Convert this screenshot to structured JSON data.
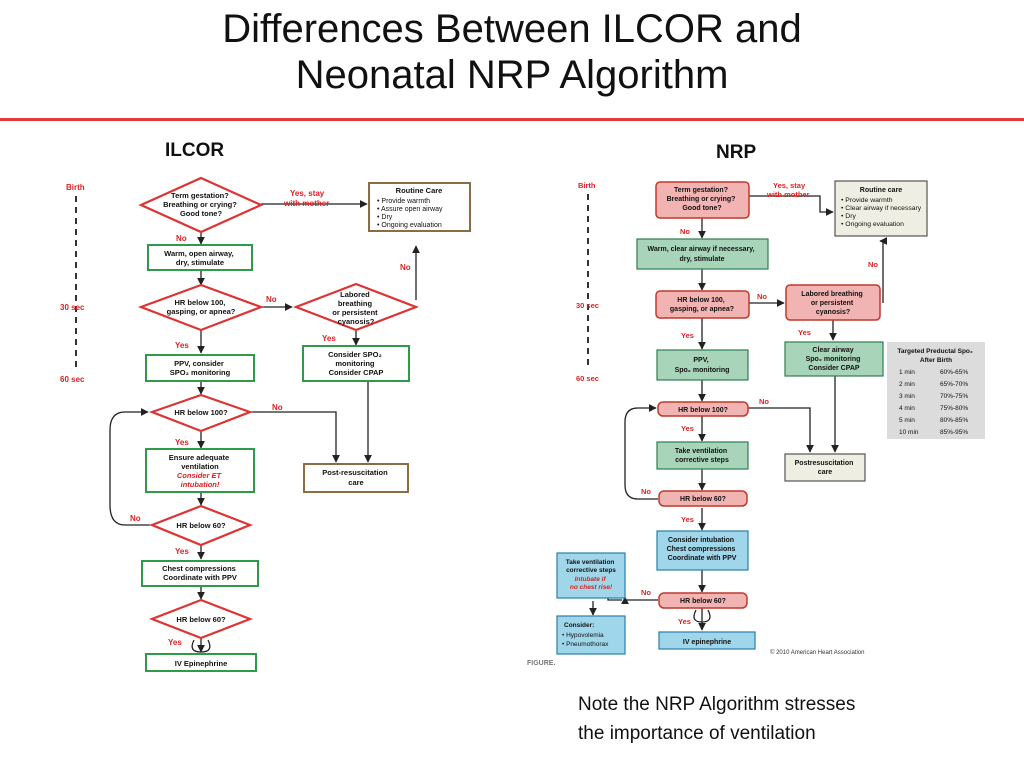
{
  "slide": {
    "title_line1": "Differences Between ILCOR and",
    "title_line2": "Neonatal NRP Algorithm",
    "ilcor_label": "ILCOR",
    "nrp_label": "NRP",
    "note_line1": "Note the NRP Algorithm stresses",
    "note_line2": "the importance of ventilation"
  },
  "ilcor": {
    "timeline": [
      "Birth",
      "30 sec",
      "60 sec"
    ],
    "q1": [
      "Term gestation?",
      "Breathing or crying?",
      "Good tone?"
    ],
    "yes_stay": [
      "Yes, stay",
      "with mother"
    ],
    "routine_title": "Routine Care",
    "routine_items": [
      "Provide warmth",
      "Assure open airway",
      "Dry",
      "Ongoing evaluation"
    ],
    "warm": [
      "Warm, open airway,",
      "dry, stimulate"
    ],
    "q2": [
      "HR below 100,",
      "gasping, or apnea?"
    ],
    "labored": [
      "Labored",
      "breathing",
      "or persistent",
      "cyanosis?"
    ],
    "consider_spo2": [
      "Consider SPO₂",
      "monitoring",
      "Consider CPAP"
    ],
    "ppv": [
      "PPV, consider",
      "SPO₂ monitoring"
    ],
    "q3": "HR below 100?",
    "ensure": [
      "Ensure adequate",
      "ventilation"
    ],
    "consider_et": [
      "Consider ET",
      "intubation!"
    ],
    "post": [
      "Post-resuscitation",
      "care"
    ],
    "q4": "HR below 60?",
    "compress": [
      "Chest compressions",
      "Coordinate with PPV"
    ],
    "q5": "HR below 60?",
    "epi": "IV Epinephrine",
    "yes": "Yes",
    "no": "No"
  },
  "nrp": {
    "timeline": [
      "Birth",
      "30 sec",
      "60 sec"
    ],
    "q1": [
      "Term gestation?",
      "Breathing or crying?",
      "Good tone?"
    ],
    "yes_stay": [
      "Yes, stay",
      "with mother"
    ],
    "routine_title": "Routine care",
    "routine_items": [
      "Provide warmth",
      "Clear airway if necessary",
      "Dry",
      "Ongoing evaluation"
    ],
    "warm": [
      "Warm, clear airway if necessary,",
      "dry, stimulate"
    ],
    "q2": [
      "HR below 100,",
      "gasping, or apnea?"
    ],
    "labored": [
      "Labored breathing",
      "or persistent",
      "cyanosis?"
    ],
    "clear": [
      "Clear airway",
      "Spo₂ monitoring",
      "Consider CPAP"
    ],
    "ppv": [
      "PPV,",
      "Spo₂ monitoring"
    ],
    "spo2_title": [
      "Targeted Preductal Spo₂",
      "After Birth"
    ],
    "spo2_rows": [
      [
        "1 min",
        "60%-65%"
      ],
      [
        "2 min",
        "65%-70%"
      ],
      [
        "3 min",
        "70%-75%"
      ],
      [
        "4 min",
        "75%-80%"
      ],
      [
        "5 min",
        "80%-85%"
      ],
      [
        "10 min",
        "85%-95%"
      ]
    ],
    "q3": "HR below 100?",
    "take_vent": [
      "Take ventilation",
      "corrective steps"
    ],
    "post": [
      "Postresuscitation",
      "care"
    ],
    "q4": "HR below 60?",
    "consider_int": [
      "Consider intubation",
      "Chest compressions",
      "Coordinate with PPV"
    ],
    "take_vent2": [
      "Take ventilation",
      "corrective steps"
    ],
    "intubate": [
      "Intubate if",
      "no chest rise!"
    ],
    "q5": "HR below 60?",
    "consider": "Consider:",
    "consider_items": [
      "Hypovolemia",
      "Pneumothorax"
    ],
    "epi": "IV epinephrine",
    "figure": "FIGURE.",
    "copyright": "© 2010 American Heart Association",
    "yes": "Yes",
    "no": "No"
  }
}
